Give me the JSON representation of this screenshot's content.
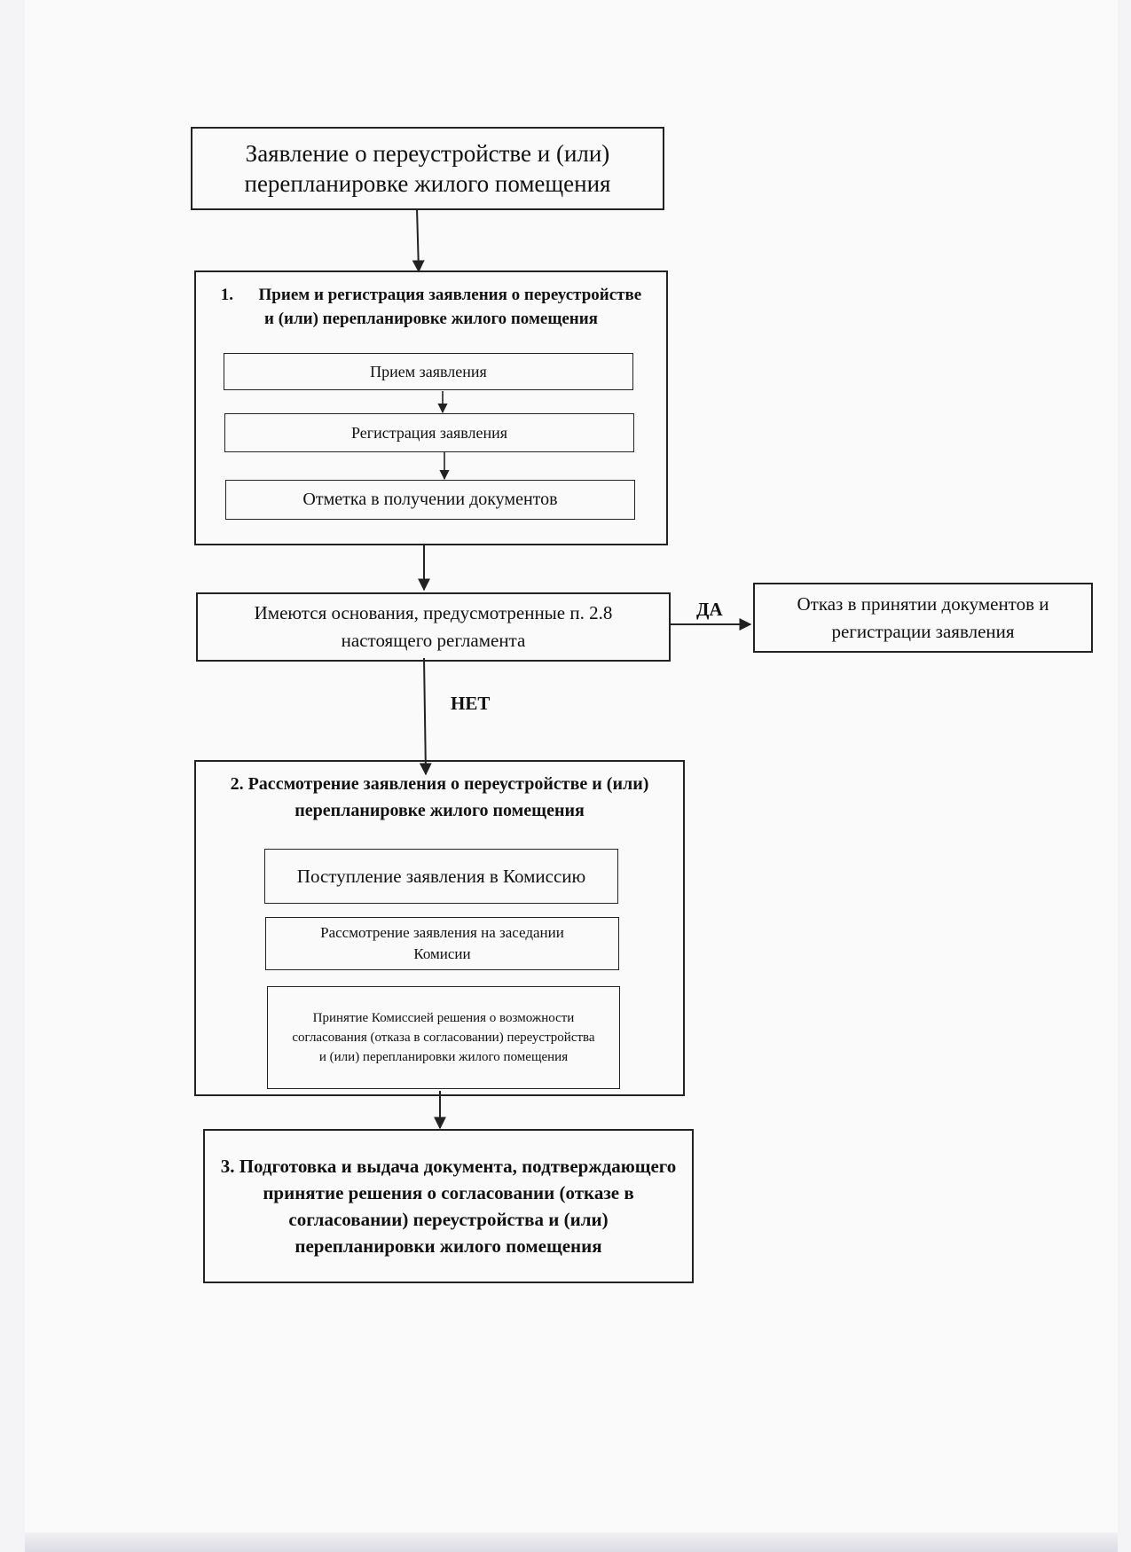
{
  "flowchart": {
    "title": "Заявление о переустройстве и (или) перепланировке жилого помещения",
    "stage1": {
      "title": "1.  Прием и регистрация заявления о переустройстве и (или) перепланировке жилого помещения",
      "steps": [
        "Прием заявления",
        "Регистрация заявления",
        "Отметка в получении документов"
      ]
    },
    "decision": {
      "text": "Имеются основания, предусмотренные п. 2.8 настоящего регламента",
      "yes_label": "ДА",
      "no_label": "НЕТ"
    },
    "refusal": {
      "text": "Отказ в принятии документов и регистрации заявления"
    },
    "stage2": {
      "title": "2. Рассмотрение заявления о переустройстве и (или) перепланировке жилого помещения",
      "steps": [
        "Поступление заявления в Комиссию",
        "Рассмотрение заявления на заседании Комисии",
        "Принятие Комиссией решения о возможности согласования (отказа в согласовании) переустройства и (или) перепланировки жилого помещения"
      ]
    },
    "stage3": {
      "title": "3. Подготовка и выдача документа, подтверждающего принятие решения о согласовании (отказе в согласовании) переустройства и (или) перепланировки жилого помещения"
    },
    "colors": {
      "line": "#222222",
      "paper": "#fafafb"
    }
  }
}
